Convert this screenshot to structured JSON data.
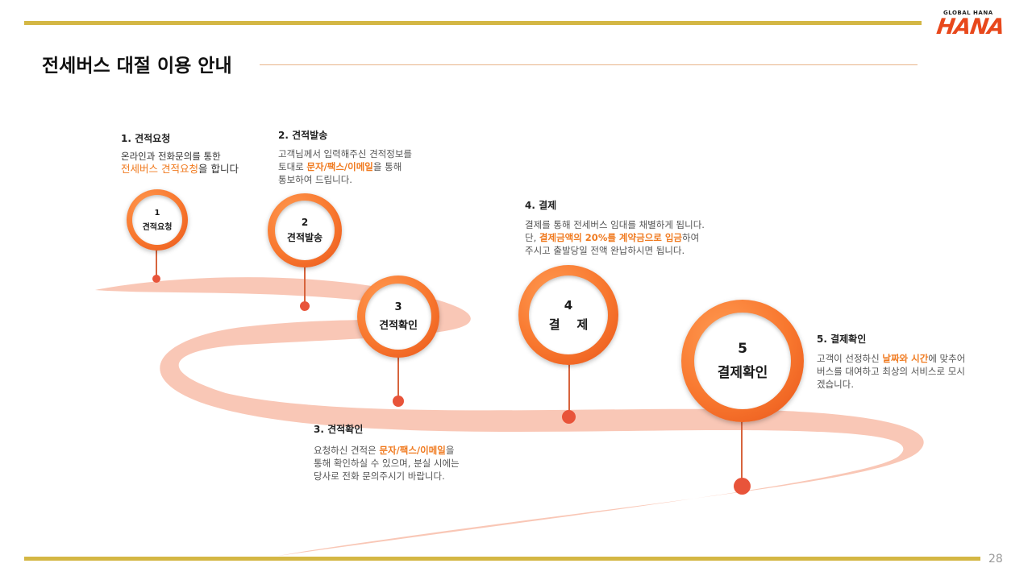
{
  "header": {
    "title": "전세버스 대절 이용 안내",
    "logo_top": "GLOBAL HANA",
    "logo_main": "HANA"
  },
  "page_number": "28",
  "nodes": [
    {
      "num": "1",
      "label": "견적요청"
    },
    {
      "num": "2",
      "label": "견적발송"
    },
    {
      "num": "3",
      "label": "견적확인"
    },
    {
      "num": "4",
      "label": "결    제"
    },
    {
      "num": "5",
      "label": "결제확인"
    }
  ],
  "steps": {
    "s1": {
      "title": "1. 견적요청",
      "line1": "온라인과 전화문의를 통한",
      "hl": "전세버스 견적요청",
      "after": "을 합니다"
    },
    "s2": {
      "title": "2. 견적발송",
      "line1": "고객님께서 입력해주신 견적정보를",
      "before": "토대로 ",
      "hl": "문자/팩스/이메일",
      "after": "을 통해",
      "line3": "통보하여 드립니다."
    },
    "s3": {
      "title": "3. 견적확인",
      "before": "요청하신 견적은 ",
      "hl": "문자/팩스/이메일",
      "after": "을",
      "line2": "통해 확인하실 수 있으며, 분실 시에는",
      "line3": "당사로 전화 문의주시기 바랍니다."
    },
    "s4": {
      "title": "4. 결제",
      "line1": "결제를 통해 전세버스 임대를 채별하게 됩니다.",
      "before": "단, ",
      "hl": "결제금액의 20%를 계약금으로 입금",
      "after": "하여",
      "line3": "주시고 출발당일 전액 완납하시면 됩니다."
    },
    "s5": {
      "title": "5. 결제확인",
      "before": "고객이 선정하신 ",
      "hl1": "날짜",
      "mid": "와 ",
      "hl2": "시간",
      "after": "에 맞추어",
      "line2": "버스를 대여하고 최상의 서비스로 모시",
      "line3": "겠습니다."
    }
  },
  "colors": {
    "accent_orange": "#f07a1f",
    "gold_bar": "#d4b744",
    "road": "#f9c4b2",
    "logo_red": "#e8481c"
  }
}
